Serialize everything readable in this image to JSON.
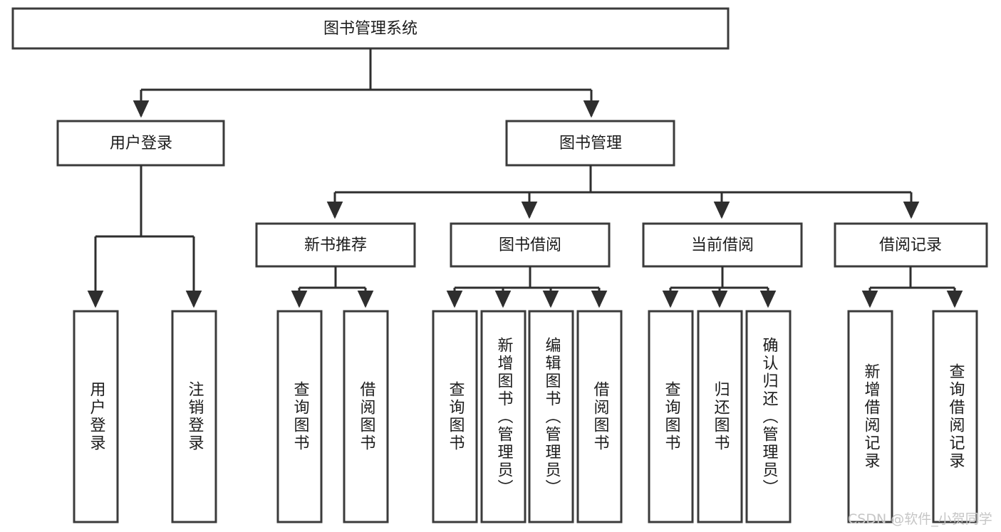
{
  "diagram": {
    "title": "图书管理系统",
    "type": "tree-hierarchy",
    "colors": {
      "box_stroke": "#3b3b3b",
      "edge": "#2e2e2e",
      "text": "#1c1c1c",
      "background": "#ffffff",
      "watermark": "#c6c6c6"
    },
    "root": {
      "label": "图书管理系统"
    },
    "level2": [
      {
        "label": "用户登录"
      },
      {
        "label": "图书管理"
      }
    ],
    "level3": [
      {
        "label": "新书推荐"
      },
      {
        "label": "图书借阅"
      },
      {
        "label": "当前借阅"
      },
      {
        "label": "借阅记录"
      }
    ],
    "leaves": {
      "user_login": [
        {
          "label": "用户登录"
        },
        {
          "label": "注销登录"
        }
      ],
      "new_book_recommend": [
        {
          "label": "查询图书"
        },
        {
          "label": "借阅图书"
        }
      ],
      "book_borrow": [
        {
          "label": "查询图书"
        },
        {
          "label": "新增图书（管理员）"
        },
        {
          "label": "编辑图书（管理员）"
        },
        {
          "label": "借阅图书"
        }
      ],
      "current_borrow": [
        {
          "label": "查询图书"
        },
        {
          "label": "归还图书"
        },
        {
          "label": "确认归还（管理员）"
        }
      ],
      "borrow_record": [
        {
          "label": "新增借阅记录"
        },
        {
          "label": "查询借阅记录"
        }
      ]
    },
    "watermark": "CSDN @软件_小贺同学"
  }
}
